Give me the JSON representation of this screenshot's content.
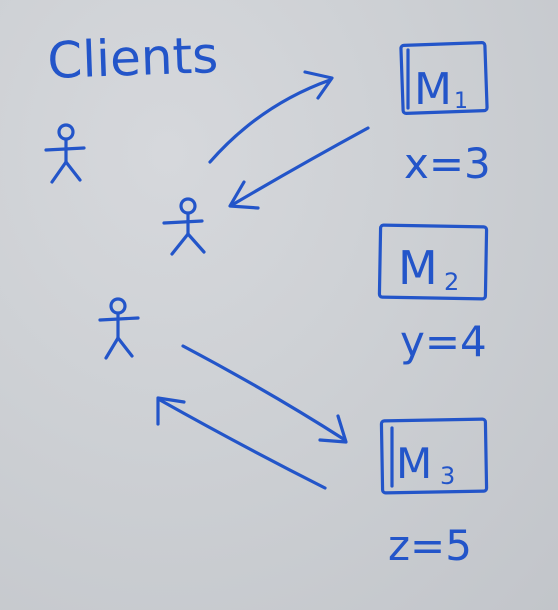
{
  "diagram": {
    "title": "Clients",
    "machines": [
      {
        "name": "M",
        "sub": "1",
        "value": "x=3"
      },
      {
        "name": "M",
        "sub": "2",
        "value": "y=4"
      },
      {
        "name": "M",
        "sub": "3",
        "value": "z=5"
      }
    ],
    "clients_count": 3,
    "ink_color": "#2355c9",
    "board_color": "#cdd0d4"
  }
}
